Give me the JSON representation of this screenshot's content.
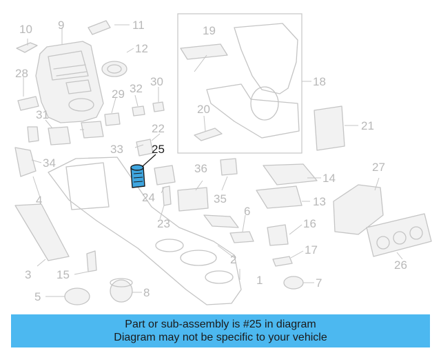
{
  "diagram": {
    "highlighted_part": "25",
    "callouts": [
      "1",
      "2",
      "3",
      "4",
      "5",
      "6",
      "7",
      "8",
      "9",
      "10",
      "11",
      "12",
      "13",
      "14",
      "15",
      "16",
      "17",
      "18",
      "19",
      "20",
      "21",
      "22",
      "23",
      "24",
      "25",
      "26",
      "27",
      "28",
      "29",
      "30",
      "31",
      "32",
      "33",
      "34",
      "35",
      "36"
    ],
    "colors": {
      "highlight": "#3fa6e0",
      "outline": "#c4c4c4",
      "banner": "#4cb8f0"
    }
  },
  "banner": {
    "line1": "Part or sub-assembly is #25 in diagram",
    "line2": "Diagram may not be specific to your vehicle"
  }
}
